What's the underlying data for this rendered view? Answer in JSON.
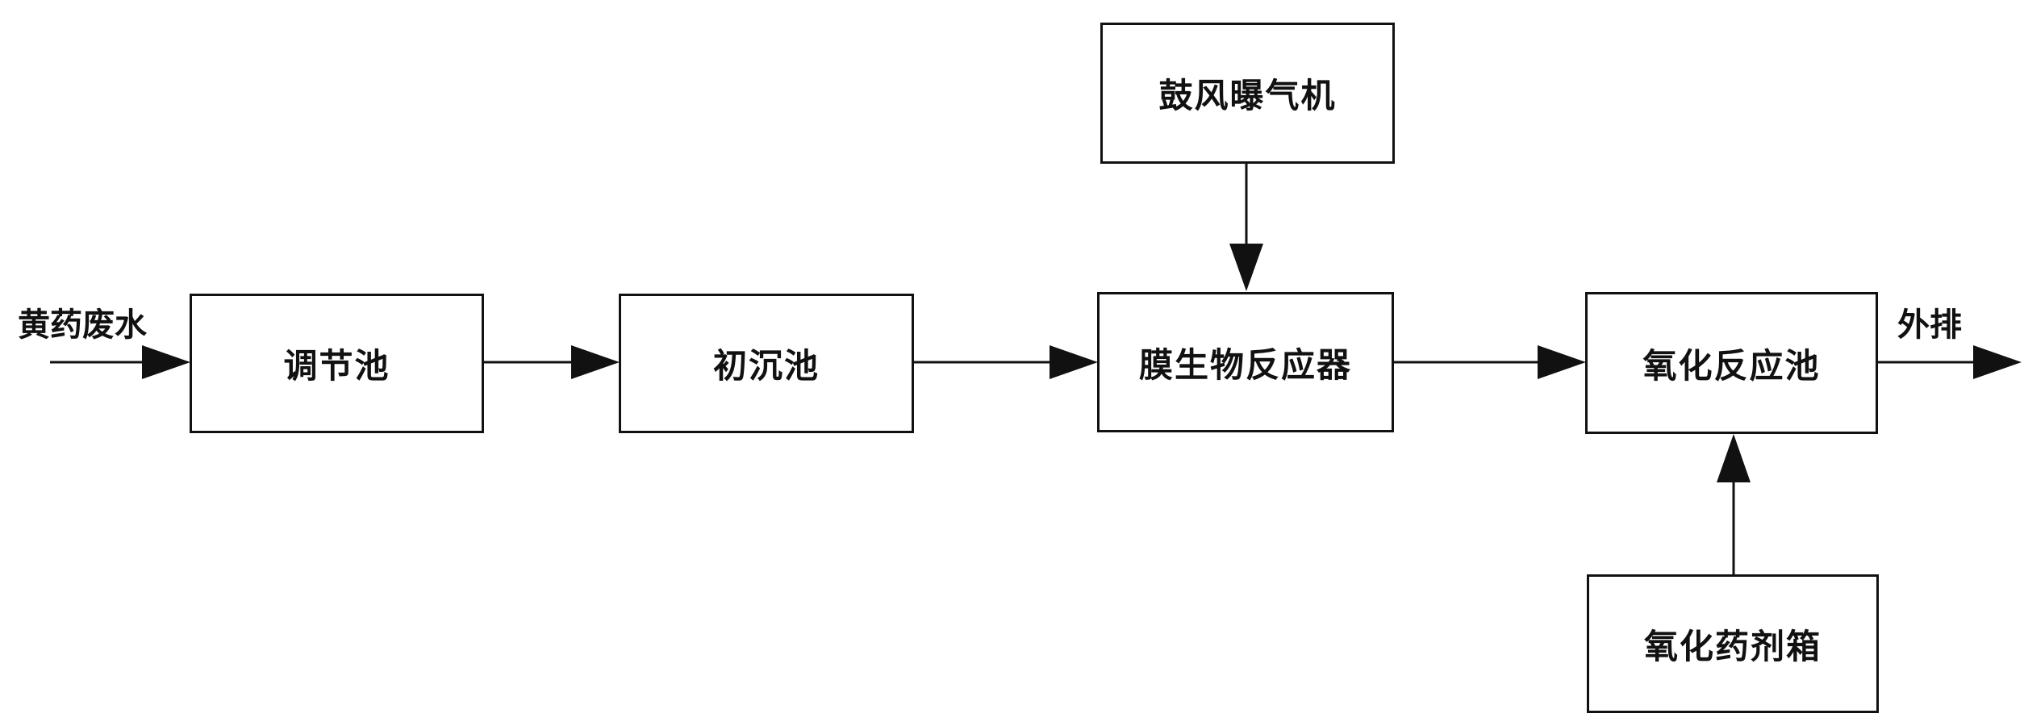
{
  "diagram": {
    "input_label": "黄药废水",
    "output_label": "外排",
    "nodes": {
      "regulating_tank": "调节池",
      "primary_settler": "初沉池",
      "membrane_bioreactor": "膜生物反应器",
      "oxidation_tank": "氧化反应池",
      "blower_aerator": "鼓风曝气机",
      "oxidant_dosing_box": "氧化药剂箱"
    },
    "colors": {
      "stroke": "#111111",
      "background": "#ffffff"
    }
  }
}
